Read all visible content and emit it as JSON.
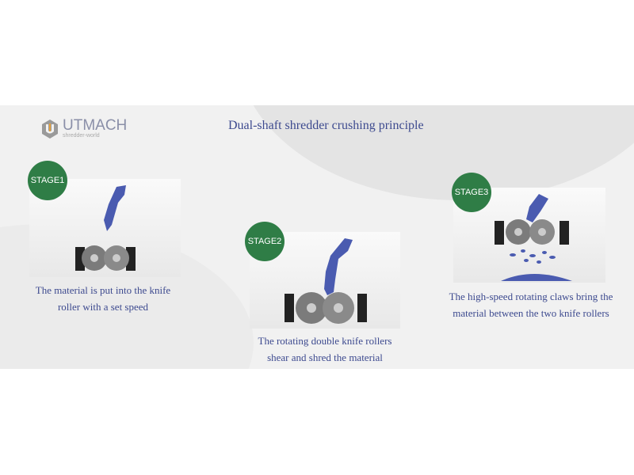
{
  "logo": {
    "name": "UTMACH",
    "tagline": "shredder-world"
  },
  "title": "Dual-shaft shredder crushing principle",
  "stages": [
    {
      "label": "STAGE1",
      "caption_lines": [
        "The material is put into the knife",
        "roller with a set speed"
      ]
    },
    {
      "label": "STAGE2",
      "caption_lines": [
        "The rotating double knife rollers",
        "shear and shred the material"
      ]
    },
    {
      "label": "STAGE3",
      "caption_lines": [
        "The high-speed rotating claws bring the",
        "material between the two knife rollers"
      ]
    }
  ],
  "colors": {
    "stage_green": "#2f7d46",
    "text_blue": "#3d4a8f",
    "material": "#4a5bb0"
  }
}
